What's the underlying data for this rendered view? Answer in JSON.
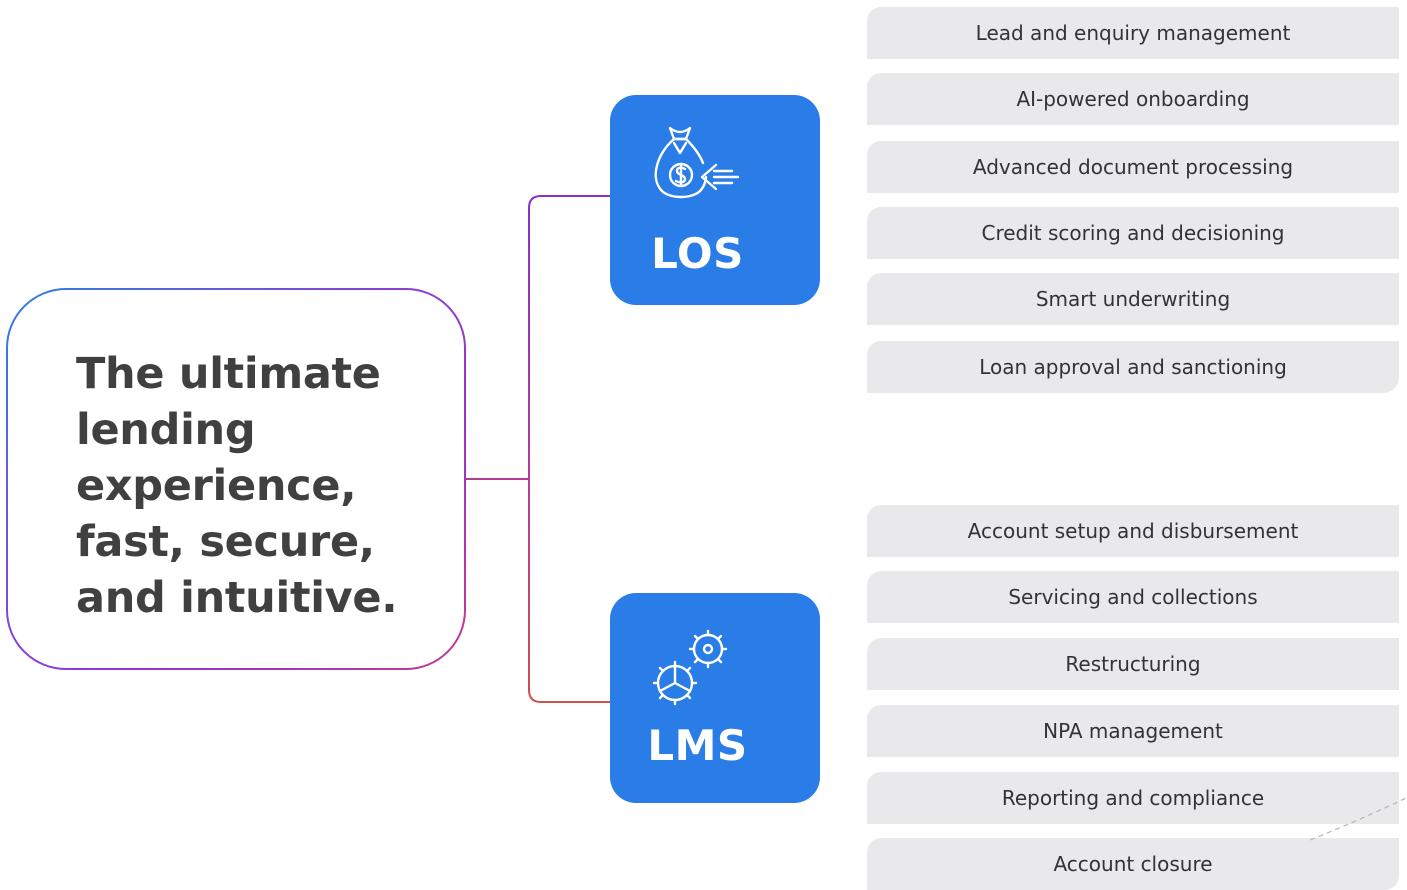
{
  "colors": {
    "node_blue": "#2a7de6",
    "title_text": "#404040",
    "feature_bg": "#e9e9ec",
    "connector_purple": "#8a2fc7",
    "connector_red": "#d0504a"
  },
  "main": {
    "title": "The ultimate lending experience, fast, secure, and intuitive."
  },
  "los": {
    "label": "LOS",
    "icon": "money-bag-icon",
    "features": [
      "Lead and enquiry management",
      "AI-powered onboarding",
      "Advanced document processing",
      "Credit scoring and decisioning",
      "Smart underwriting",
      "Loan approval and sanctioning"
    ]
  },
  "lms": {
    "label": "LMS",
    "icon": "gears-icon",
    "features": [
      "Account setup and disbursement",
      "Servicing and collections",
      "Restructuring",
      "NPA management",
      "Reporting and compliance",
      "Account closure"
    ]
  }
}
